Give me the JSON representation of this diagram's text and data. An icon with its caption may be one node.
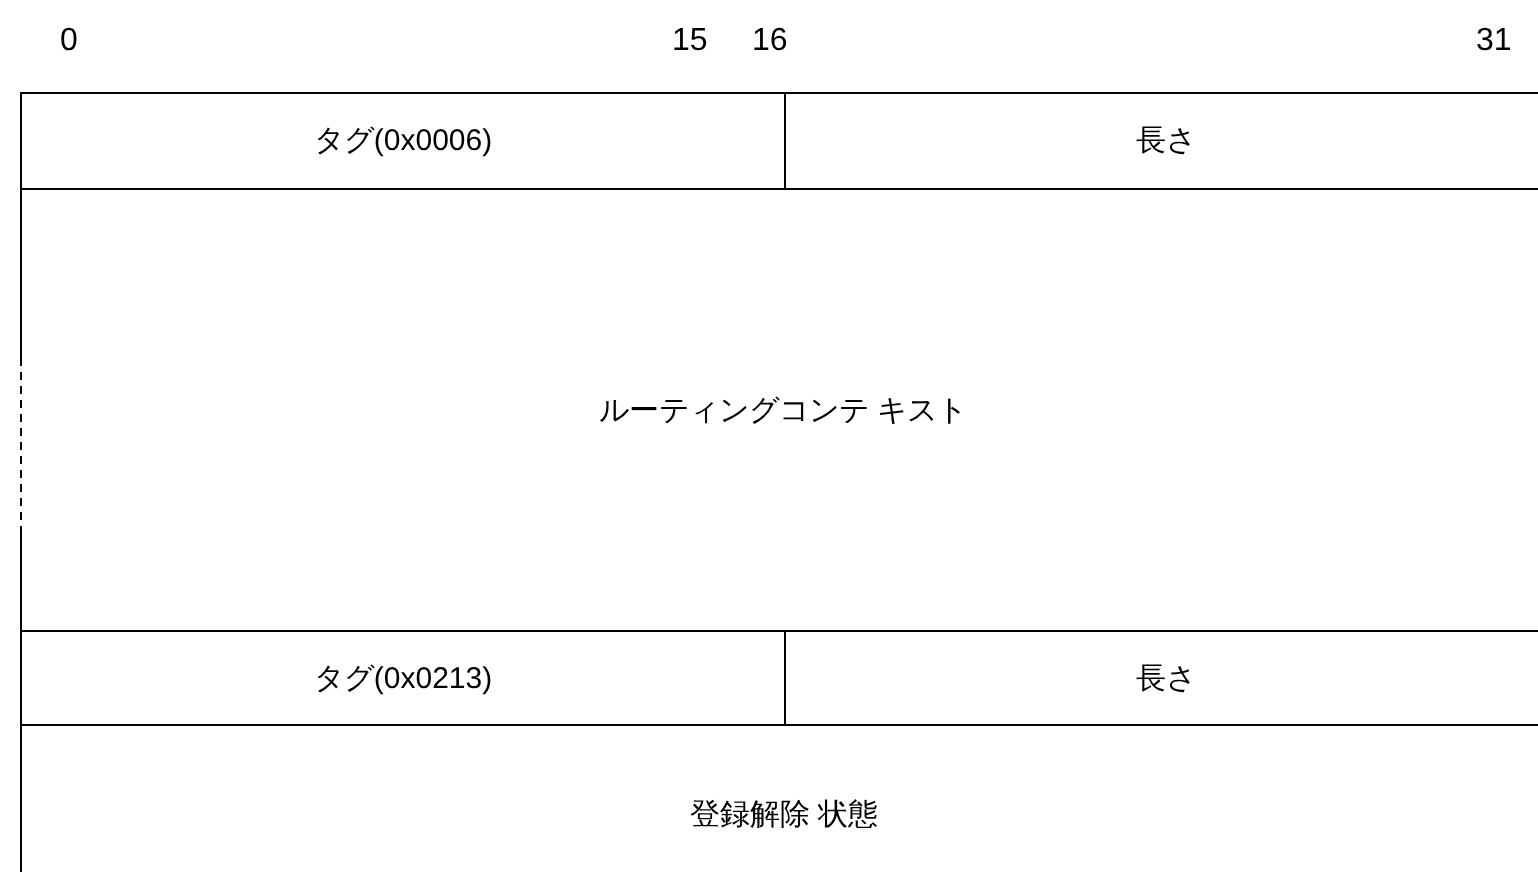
{
  "diagram": {
    "nodes": [
      {
        "text": [
          "タグ(0x0006)"
        ]
      },
      {
        "text": [
          "長さ"
        ]
      },
      {
        "text": [
          "ルーティングコンテ キスト"
        ]
      },
      {
        "text": [
          "タグ(0x0213)"
        ]
      },
      {
        "text": [
          "長さ"
        ]
      },
      {
        "text": [
          "登録解除 状態"
        ]
      }
    ],
    "labels": [
      "0",
      "15",
      "16",
      "31"
    ]
  }
}
